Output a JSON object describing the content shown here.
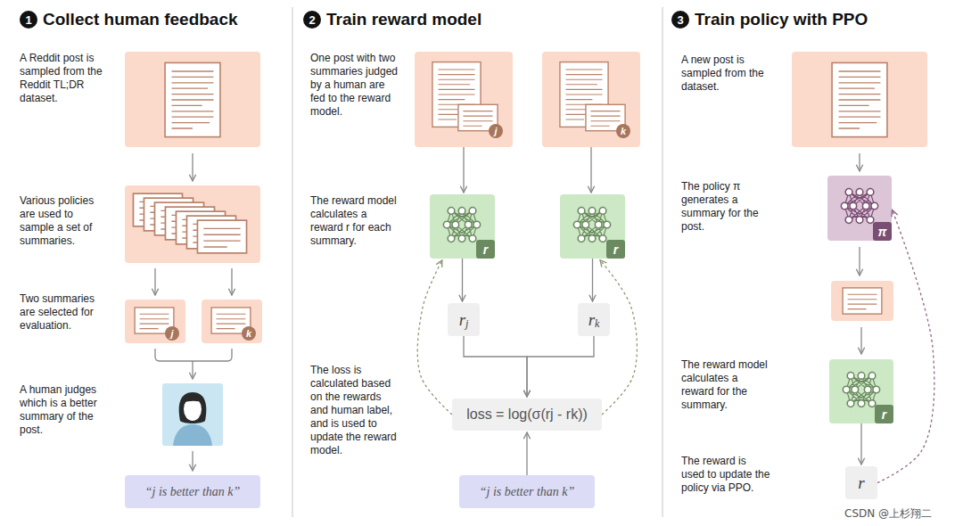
{
  "diagram": {
    "nodes": [
      {
        "text": [
          "j"
        ]
      },
      {
        "text": [
          "k"
        ]
      },
      {
        "text": [
          "“j is better than k”"
        ]
      },
      {
        "text": [
          "j"
        ]
      },
      {
        "text": [
          "k"
        ]
      },
      {
        "text": [
          "r"
        ]
      },
      {
        "text": [
          "r"
        ]
      },
      {
        "text": [
          "r",
          "j"
        ]
      },
      {
        "text": [
          "r",
          "k"
        ]
      },
      {
        "text": [
          "loss = log(σ(rj - rk))"
        ]
      },
      {
        "text": [
          "“j is better than k”"
        ]
      },
      {
        "text": [
          "π"
        ]
      },
      {
        "text": [
          "r"
        ]
      },
      {
        "text": [
          "r"
        ]
      }
    ],
    "edges": [
      {
        "from": 3,
        "to": 5,
        "arrow": "to"
      },
      {
        "from": 4,
        "to": 6,
        "arrow": "to"
      },
      {
        "from": 5,
        "to": 7,
        "arrow": "to"
      },
      {
        "from": 6,
        "to": 8,
        "arrow": "to"
      },
      {
        "from": 7,
        "to": 9,
        "arrow": "to"
      },
      {
        "from": 8,
        "to": 9,
        "arrow": "to"
      },
      {
        "from": 10,
        "to": 9,
        "arrow": "to"
      },
      {
        "from": 9,
        "to": 5,
        "arrow": "to"
      },
      {
        "from": 9,
        "to": 6,
        "arrow": "to"
      },
      {
        "from": 12,
        "to": 13,
        "arrow": "to"
      },
      {
        "from": 13,
        "to": 11,
        "arrow": "to"
      }
    ],
    "labels": [
      "1",
      "Collect human feedback",
      "2",
      "Train reward model",
      "3",
      "Train policy with PPO",
      "A Reddit post is sampled from the Reddit TL;DR dataset.",
      "Various policies are used to sample a set of summaries.",
      "Two summaries are selected for evaluation.",
      "A human judges which is a better summary of the post.",
      "One post with two summaries judged by a human are fed to the reward model.",
      "The reward model calculates a reward r for each summary.",
      "The loss is calculated based on the rewards and human label, and is used to update the reward model.",
      "A new post is sampled from the dataset.",
      "The policy π generates a summary for the post.",
      "The reward model calculates a reward for the summary.",
      "The reward is used to update the policy via PPO.",
      "CSDN @上杉翔二"
    ]
  }
}
